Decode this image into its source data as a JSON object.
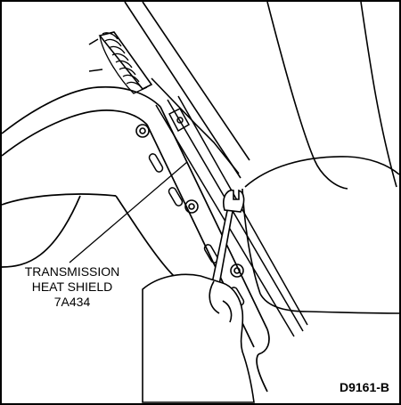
{
  "callout": {
    "line1": "TRANSMISSION",
    "line2": "HEAT SHIELD",
    "part_number": "7A434"
  },
  "figure_code": "D9161-B"
}
